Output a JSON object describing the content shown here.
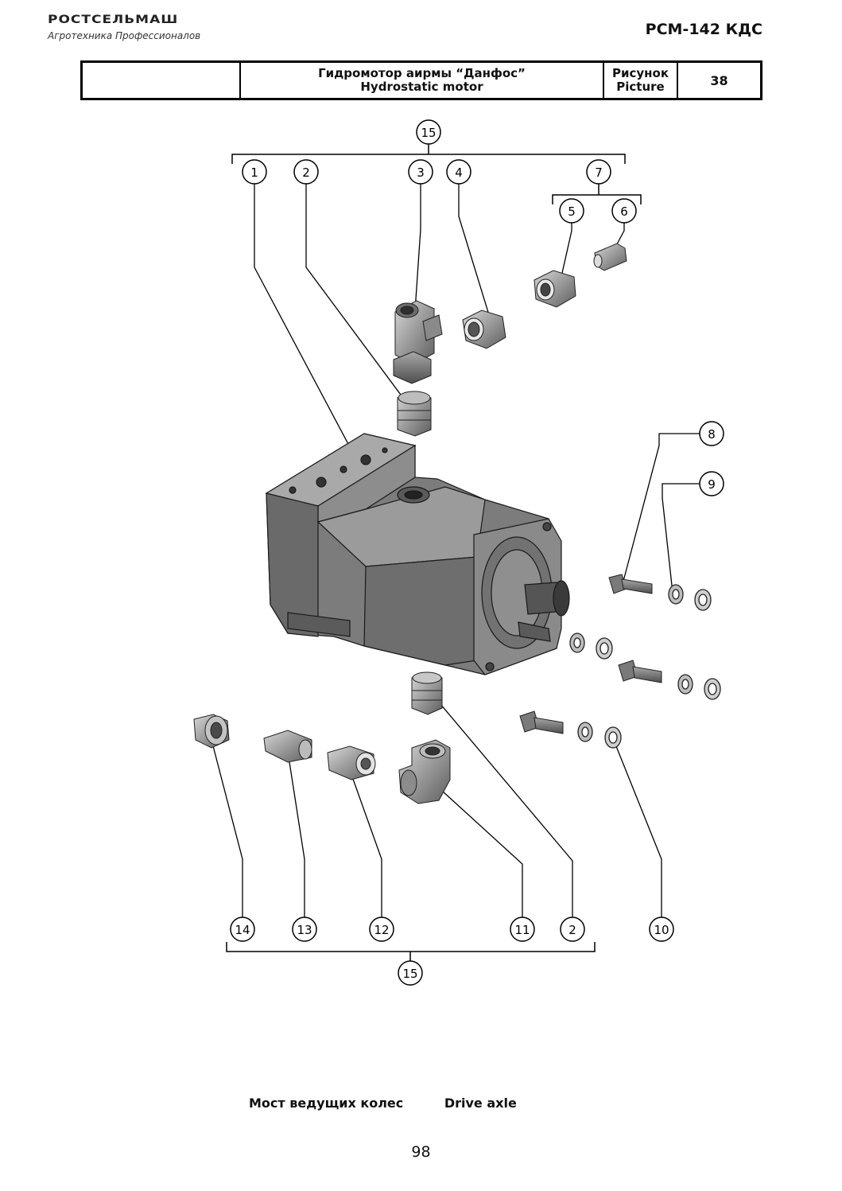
{
  "header": {
    "logo_text": "РОСТСЕЛЬМАШ",
    "logo_subtitle": "Агротехника Профессионалов",
    "model": "РСМ-142 КДС"
  },
  "title_block": {
    "empty_cell": "",
    "title_ru": "Гидромотор аирмы “Данфос”",
    "title_en": "Hydrostatic motor",
    "picture_ru": "Рисунок",
    "picture_en": "Picture",
    "picture_number": "38"
  },
  "callouts": {
    "c15_top": "15",
    "c1": "1",
    "c2_top": "2",
    "c3": "3",
    "c4": "4",
    "c7": "7",
    "c5": "5",
    "c6": "6",
    "c8": "8",
    "c9": "9",
    "c14": "14",
    "c13": "13",
    "c12": "12",
    "c11": "11",
    "c2_bottom": "2",
    "c10": "10",
    "c15_bottom": "15"
  },
  "footer": {
    "label_ru": "Мост ведущих колес",
    "label_en": "Drive axle",
    "page_number": "98"
  }
}
